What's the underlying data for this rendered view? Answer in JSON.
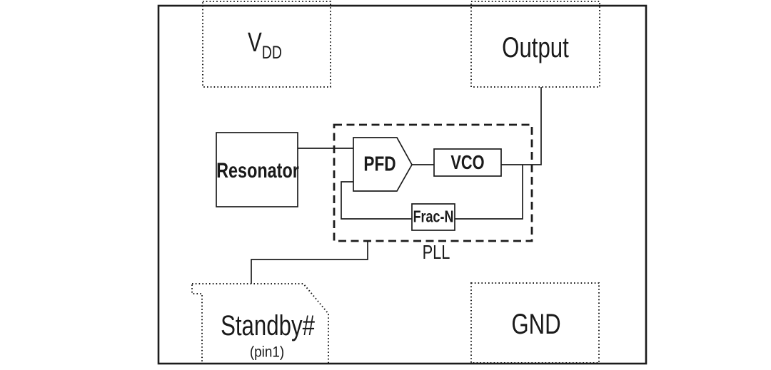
{
  "figure": {
    "background_color": "#ffffff",
    "line_color": "#1c1c1c"
  },
  "pads": {
    "vdd": {
      "label_main": "V",
      "label_sub": "DD"
    },
    "output": {
      "label": "Output"
    },
    "standby": {
      "label": "Standby#",
      "pin_note": "(pin1)"
    },
    "gnd": {
      "label": "GND"
    }
  },
  "blocks": {
    "resonator": {
      "label": "Resonator"
    },
    "pfd": {
      "label": "PFD"
    },
    "vco": {
      "label": "VCO"
    },
    "frac_n": {
      "label": "Frac-N"
    },
    "pll": {
      "label": "PLL"
    }
  }
}
